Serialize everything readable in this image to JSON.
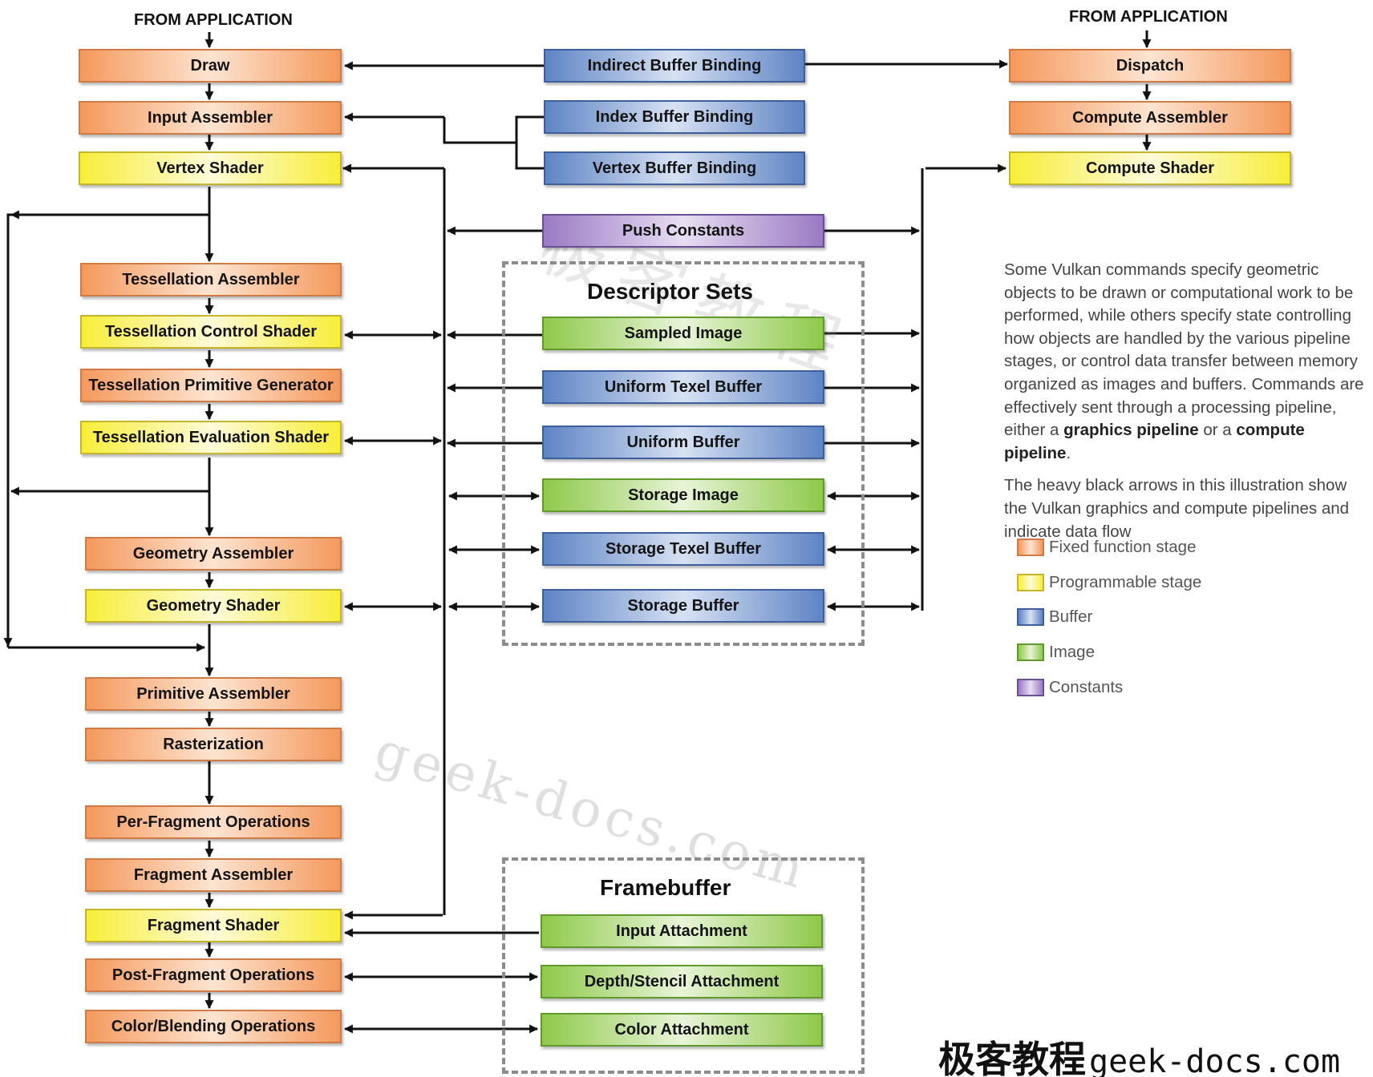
{
  "headers": {
    "left": "FROM APPLICATION",
    "right": "FROM APPLICATION"
  },
  "graphics": {
    "draw": "Draw",
    "input_assembler": "Input Assembler",
    "vertex_shader": "Vertex Shader",
    "tess_assembler": "Tessellation Assembler",
    "tess_control": "Tessellation Control Shader",
    "tess_primitive": "Tessellation Primitive Generator",
    "tess_eval": "Tessellation Evaluation Shader",
    "geom_assembler": "Geometry Assembler",
    "geom_shader": "Geometry Shader",
    "prim_assembler": "Primitive Assembler",
    "rasterization": "Rasterization",
    "per_fragment": "Per-Fragment Operations",
    "frag_assembler": "Fragment Assembler",
    "frag_shader": "Fragment Shader",
    "post_fragment": "Post-Fragment Operations",
    "color_blending": "Color/Blending Operations"
  },
  "compute": {
    "dispatch": "Dispatch",
    "compute_assembler": "Compute Assembler",
    "compute_shader": "Compute Shader"
  },
  "bindings": {
    "indirect": "Indirect Buffer Binding",
    "index": "Index Buffer Binding",
    "vertex": "Vertex Buffer Binding",
    "push_constants": "Push Constants"
  },
  "descriptor_sets": {
    "title": "Descriptor Sets",
    "sampled_image": "Sampled Image",
    "uniform_texel": "Uniform Texel Buffer",
    "uniform_buffer": "Uniform Buffer",
    "storage_image": "Storage Image",
    "storage_texel": "Storage Texel Buffer",
    "storage_buffer": "Storage Buffer"
  },
  "framebuffer": {
    "title": "Framebuffer",
    "input_attachment": "Input Attachment",
    "depth_stencil": "Depth/Stencil Attachment",
    "color_attachment": "Color Attachment"
  },
  "description": {
    "p1_a": "Some Vulkan commands specify geometric objects to be drawn or computational work to be performed, while others specify state controlling how objects are handled by the various pipeline stages, or control data transfer between memory organized as images and buffers. Commands are effectively sent through a processing pipeline, either a ",
    "p1_b": "graphics pipeline",
    "p1_c": " or a ",
    "p1_d": "compute pipeline",
    "p1_e": ".",
    "p2": "The heavy black arrows in this illustration show the Vulkan graphics and compute pipelines and indicate data flow"
  },
  "legend": [
    {
      "label": "Fixed function stage",
      "color": "#f4995d"
    },
    {
      "label": "Programmable stage",
      "color": "#f7ee3a"
    },
    {
      "label": "Buffer",
      "color": "#5e84c4"
    },
    {
      "label": "Image",
      "color": "#8fc94b"
    },
    {
      "label": "Constants",
      "color": "#9b7ac4"
    }
  ],
  "watermarks": {
    "cjk": "极客教程",
    "url": "geek-docs.com"
  },
  "logo": {
    "cjk": "极客教程",
    "url": "geek-docs.com"
  }
}
